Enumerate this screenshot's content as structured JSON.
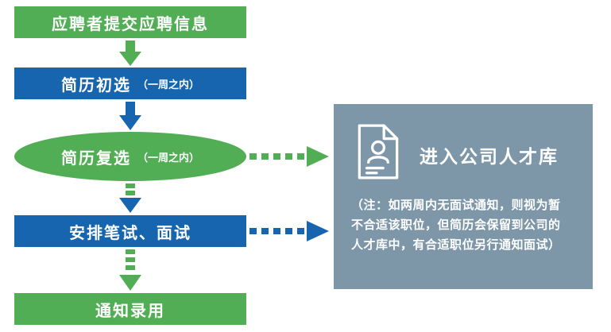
{
  "colors": {
    "green": "#51AE55",
    "blue": "#1765AF",
    "panel_gray": "#7D97A9",
    "text_white": "#FFFFFF"
  },
  "flow": {
    "steps": [
      {
        "label": "应聘者提交应聘信息"
      },
      {
        "label": "简历初选",
        "note": "（一周之内）"
      },
      {
        "label": "简历复选",
        "note": "（一周之内）"
      },
      {
        "label": "安排笔试、面试"
      },
      {
        "label": "通知录用"
      }
    ]
  },
  "talent_pool": {
    "title": "进入公司人才库",
    "note": "（注：如两周内无面试通知，则视为暂\n不合适该职位，但简历会保留到公司的\n人才库中，有合适职位另行通知面试）",
    "icon": "document-person-icon"
  }
}
